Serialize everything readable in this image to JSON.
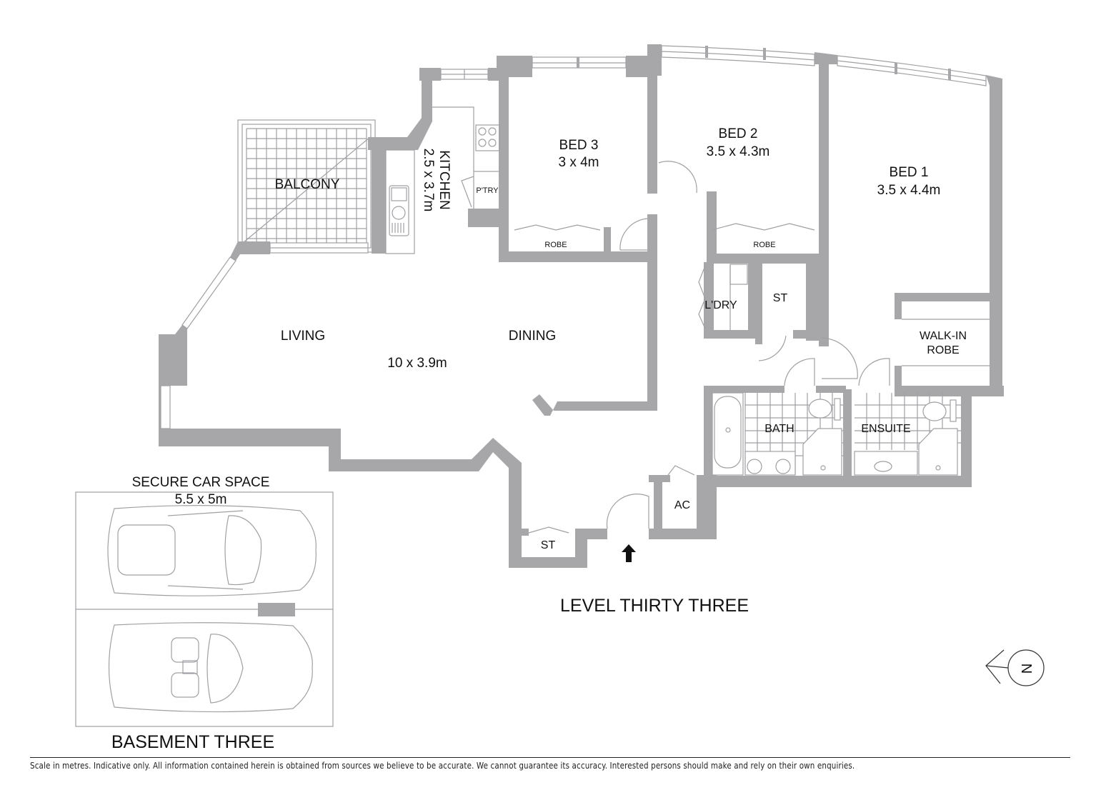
{
  "plan": {
    "level_title": "LEVEL THIRTY THREE",
    "basement_title": "BASEMENT THREE",
    "rooms": {
      "balcony": "BALCONY",
      "kitchen": {
        "name": "KITCHEN",
        "dims": "2.5 x 3.7m"
      },
      "pantry": "P'TRY",
      "bed3": {
        "name": "BED 3",
        "dims": "3 x 4m"
      },
      "bed2": {
        "name": "BED 2",
        "dims": "3.5 x 4.3m"
      },
      "bed1": {
        "name": "BED 1",
        "dims": "3.5 x 4.4m"
      },
      "robe_bed3": "ROBE",
      "robe_bed2": "ROBE",
      "laundry": "L'DRY",
      "storage_hall": "ST",
      "walk_in_robe": {
        "line1": "WALK-IN",
        "line2": "ROBE"
      },
      "living": "LIVING",
      "dining": "DINING",
      "living_dining_dims": "10 x 3.9m",
      "bath": "BATH",
      "ensuite": "ENSUITE",
      "air_con": "AC",
      "storage_entry": "ST"
    },
    "car_space": {
      "name": "SECURE CAR SPACE",
      "dims": "5.5 x 5m"
    },
    "compass": {
      "letter": "N",
      "icon": "north-arrow-icon"
    },
    "entry_marker": {
      "icon": "entry-arrow-icon"
    },
    "colors": {
      "wall": "#a7a7aa",
      "line": "#a0a0a4",
      "text": "#111111"
    }
  },
  "footer": {
    "disclaimer": "Scale in metres. Indicative only. All information contained herein is obtained from sources we believe to be accurate. We cannot guarantee its accuracy. Interested persons should make and rely on their own enquiries."
  }
}
